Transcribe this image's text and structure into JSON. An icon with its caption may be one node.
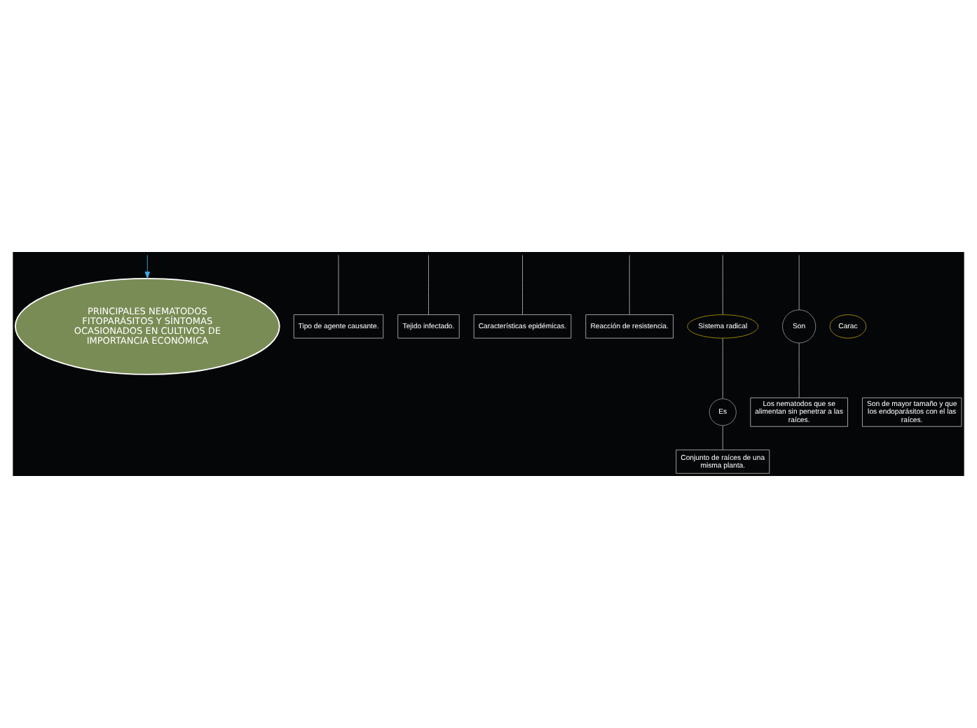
{
  "diagram": {
    "nodes": [
      {
        "text": [
          "PRINCIPALES NEMATODOS FITOPARÁSITOS Y SÍNTOMAS OCASIONADOS EN CULTIVOS DE IMPORTANCIA ECONÓMICA"
        ]
      },
      {
        "text": [
          "Tipo de agente causante."
        ]
      },
      {
        "text": [
          "Tejido infectado."
        ]
      },
      {
        "text": [
          "Características epidémicas."
        ]
      },
      {
        "text": [
          "Reacción de resistencia."
        ]
      },
      {
        "text": [
          "Sistema radical"
        ]
      },
      {
        "text": [
          "Es"
        ]
      },
      {
        "text": [
          "Conjunto de raíces de una misma planta."
        ]
      },
      {
        "text": [
          "Son"
        ]
      },
      {
        "text": [
          "Los nematodos que se alimentan sin penetrar a las raíces."
        ]
      },
      {
        "text": [
          "Carac"
        ]
      },
      {
        "text": [
          "Son de mayor tamaño y que los endoparásitos con el las raíces."
        ]
      }
    ],
    "edges": [
      {
        "from": null,
        "to": 0,
        "arrow": "to",
        "color": "#3fa9e0"
      },
      {
        "from": null,
        "to": 1,
        "arrow": "none"
      },
      {
        "from": null,
        "to": 2,
        "arrow": "none"
      },
      {
        "from": null,
        "to": 3,
        "arrow": "none"
      },
      {
        "from": null,
        "to": 4,
        "arrow": "none"
      },
      {
        "from": null,
        "to": 5,
        "arrow": "none"
      },
      {
        "from": 5,
        "to": 6,
        "arrow": "none"
      },
      {
        "from": 6,
        "to": 7,
        "arrow": "none"
      },
      {
        "from": null,
        "to": 8,
        "arrow": "none"
      },
      {
        "from": 8,
        "to": 9,
        "arrow": "none"
      }
    ]
  }
}
